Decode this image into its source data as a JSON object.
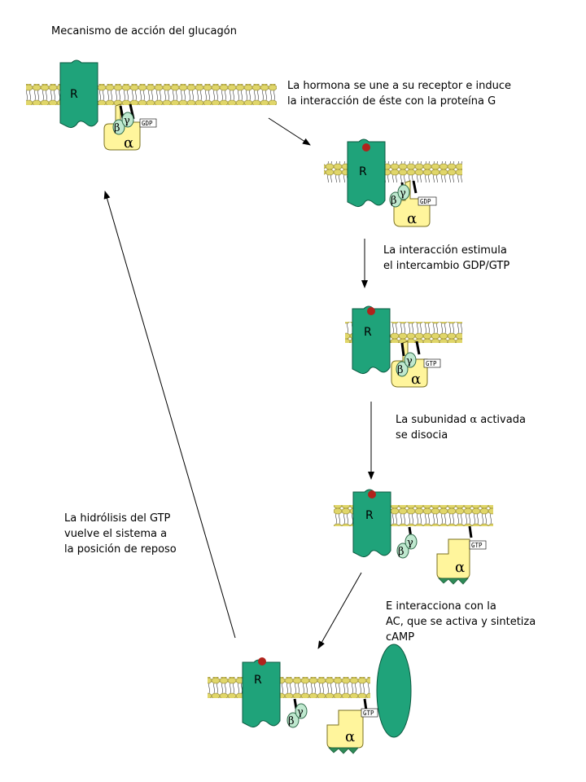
{
  "title": "Mecanismo de acción del glucagón",
  "steps": {
    "s1": [
      "La hormona se une a su receptor e induce",
      "la interacción de éste con la proteína G"
    ],
    "s2": [
      "La interacción estimula",
      "el intercambio GDP/GTP"
    ],
    "s3": [
      "La  subunidad ",
      " activada",
      "se disocia"
    ],
    "s4": [
      "E interacciona con la",
      "AC, que se activa y sintetiza",
      "cAMP"
    ],
    "s5": [
      "La hidrólisis del GTP",
      "vuelve el sistema a",
      "la posición de reposo"
    ]
  },
  "labels": {
    "receptor": "R",
    "alpha": "α",
    "beta": "β",
    "gamma": "γ",
    "gdp": "GDP",
    "gtp": "GTP"
  },
  "colors": {
    "receptor": "#1fa37a",
    "alpha_subunit": "#fff59c",
    "beta_gamma": "#bfe8cf",
    "membrane_head": "#e0d66a",
    "hormone": "#b0231c",
    "effector_ac": "#1fa37a",
    "effector_site": "#2e8b57"
  }
}
